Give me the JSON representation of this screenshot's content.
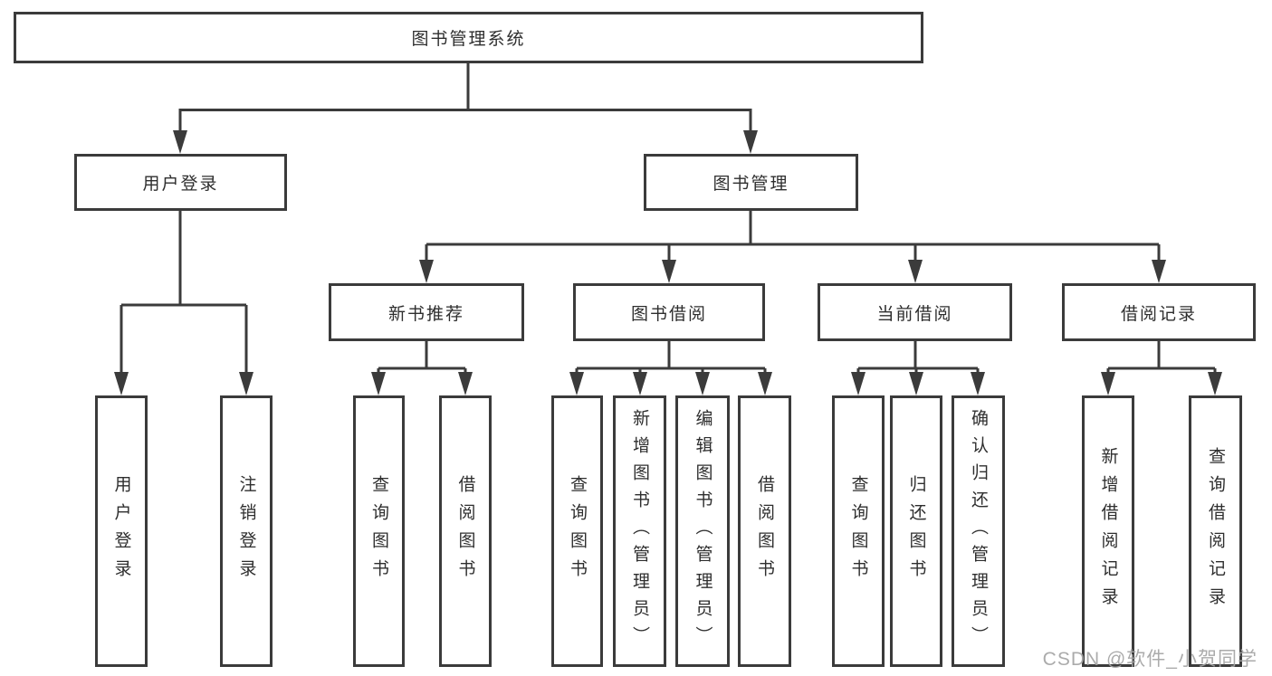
{
  "tree": {
    "label": "图书管理系统",
    "children": [
      {
        "label": "用户登录",
        "children": [
          {
            "label": "用户登录"
          },
          {
            "label": "注销登录"
          }
        ]
      },
      {
        "label": "图书管理",
        "children": [
          {
            "label": "新书推荐",
            "children": [
              {
                "label": "查询图书"
              },
              {
                "label": "借阅图书"
              }
            ]
          },
          {
            "label": "图书借阅",
            "children": [
              {
                "label": "查询图书"
              },
              {
                "label": "新增图书（管理员）"
              },
              {
                "label": "编辑图书（管理员）"
              },
              {
                "label": "借阅图书"
              }
            ]
          },
          {
            "label": "当前借阅",
            "children": [
              {
                "label": "查询图书"
              },
              {
                "label": "归还图书"
              },
              {
                "label": "确认归还（管理员）"
              }
            ]
          },
          {
            "label": "借阅记录",
            "children": [
              {
                "label": "新增借阅记录"
              },
              {
                "label": "查询借阅记录"
              }
            ]
          }
        ]
      }
    ]
  },
  "watermark": {
    "text": "CSDN @软件_小贺同学"
  },
  "colors": {
    "line": "#3b3b3b",
    "box_border": "#3b3b3b",
    "text": "#2e2e2e",
    "watermark": "#a4a4a4",
    "background": "#ffffff"
  }
}
